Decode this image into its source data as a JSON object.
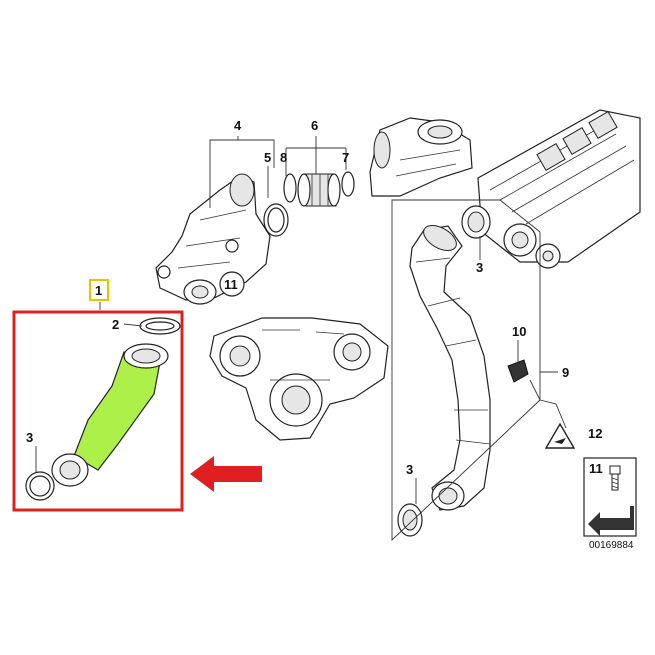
{
  "callouts": {
    "c1": "1",
    "c2": "2",
    "c3_left": "3",
    "c4": "4",
    "c5": "5",
    "c6": "6",
    "c7": "7",
    "c8": "8",
    "c9": "9",
    "c10": "10",
    "c11_part": "11",
    "c12": "12",
    "c3_right_top": "3",
    "c3_right_bottom": "3",
    "c11_legend": "11"
  },
  "diagram_code": "00169884",
  "colors": {
    "highlight_part": "#aef04a",
    "highlight_frame": "#e02020",
    "arrow": "#e02020",
    "callout_box_1": "#e8c200"
  },
  "icons": {
    "arrow": "left-arrow-icon",
    "warning": "warning-triangle-icon"
  }
}
